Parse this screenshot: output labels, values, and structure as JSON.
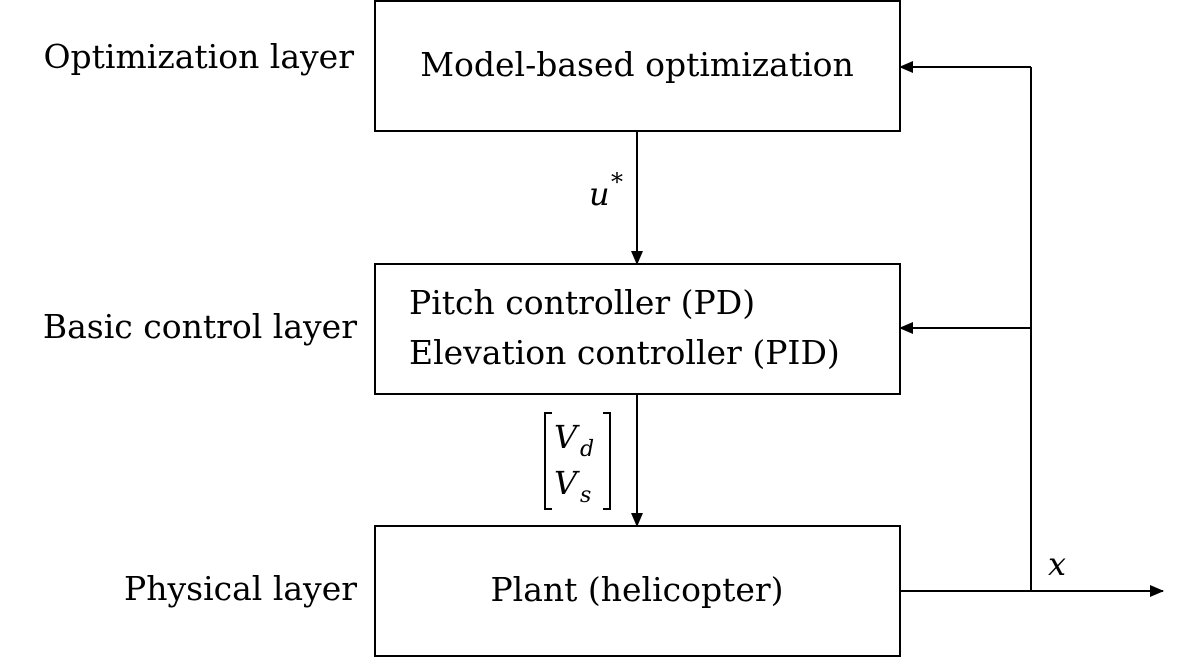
{
  "layers": {
    "optimization": "Optimization layer",
    "basic_control": "Basic control layer",
    "physical": "Physical layer"
  },
  "boxes": {
    "optimization": "Model-based optimization",
    "control_line1": "Pitch controller (PD)",
    "control_line2": "Elevation controller (PID)",
    "plant": "Plant (helicopter)"
  },
  "signals": {
    "u_star_base": "u",
    "u_star_sup": "*",
    "vd_base": "V",
    "vd_sub": "d",
    "vs_base": "V",
    "vs_sub": "s",
    "x": "x"
  }
}
